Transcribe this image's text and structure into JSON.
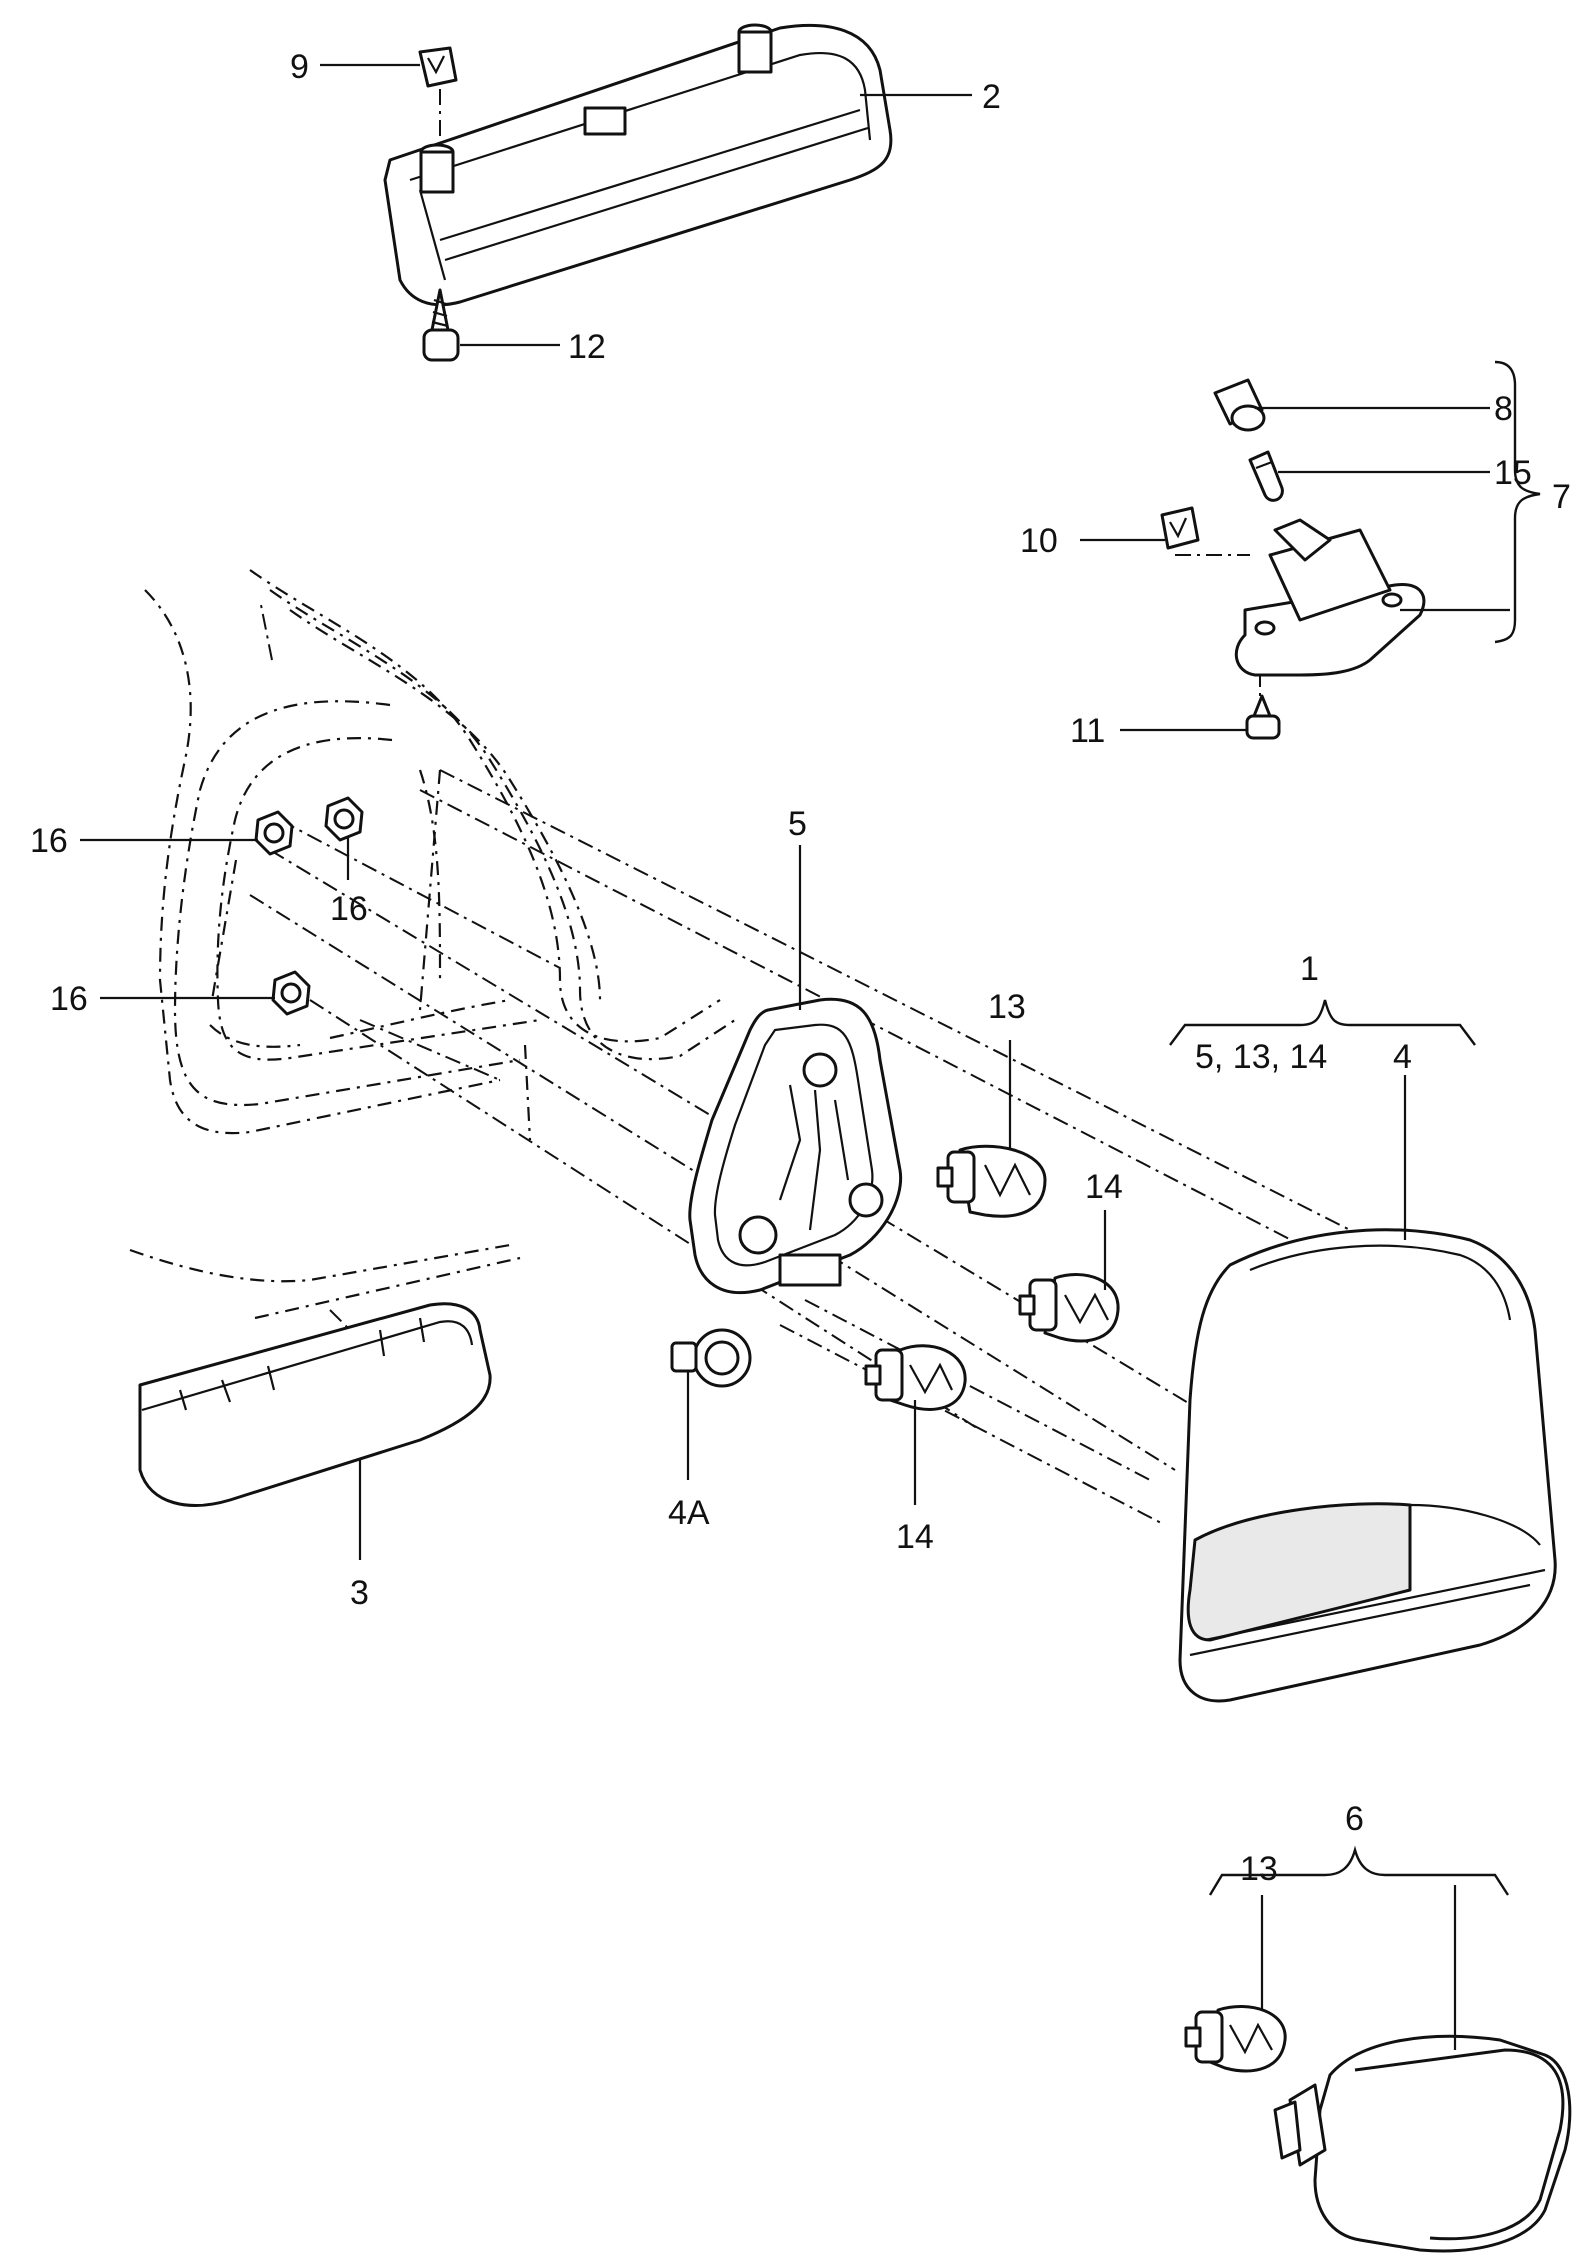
{
  "callouts": {
    "c1": "1",
    "c1_group": "5, 13, 14",
    "c2": "2",
    "c3": "3",
    "c4": "4",
    "c4a": "4A",
    "c5": "5",
    "c6": "6",
    "c7": "7",
    "c8": "8",
    "c9": "9",
    "c10": "10",
    "c11": "11",
    "c12": "12",
    "c13_main": "13",
    "c13_lower": "13",
    "c14_upper": "14",
    "c14_lower": "14",
    "c15": "15",
    "c16_a": "16",
    "c16_b": "16",
    "c16_c": "16"
  }
}
